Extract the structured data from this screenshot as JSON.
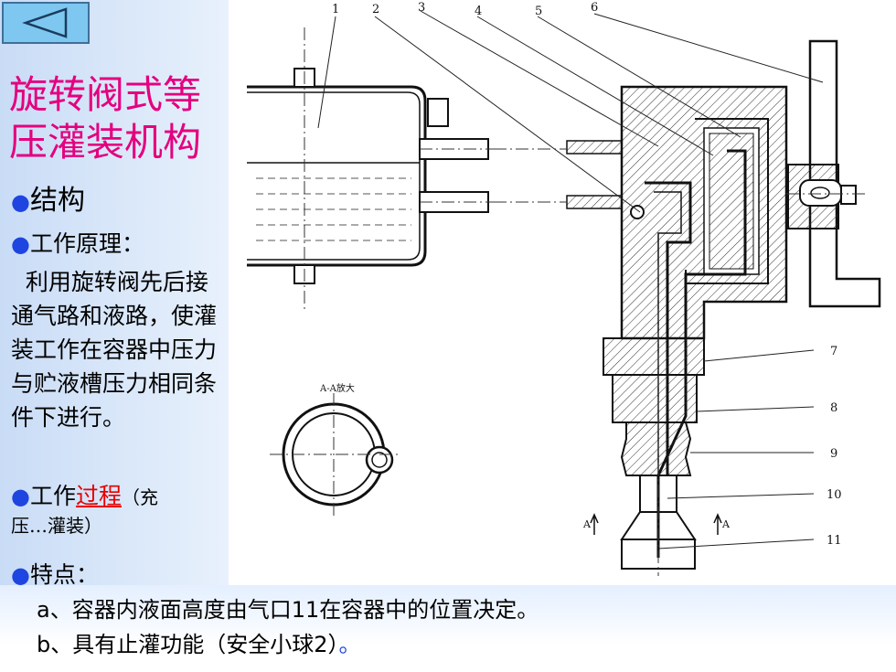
{
  "nav": {
    "back_icon": "triangle-left-icon"
  },
  "title_line1": "旋转阀式等",
  "title_line2": "压灌装机构",
  "bullets": {
    "structure": "结构",
    "principle": "工作原理：",
    "principle_text": "  利用旋转阀先后接通气路和液路，使灌装工作在容器中压力与贮液槽压力相同条件下进行。",
    "process_prefix": "工作",
    "process_link": "过程",
    "process_suffix": "（充",
    "process_line2": "压…灌装）",
    "features": "特点："
  },
  "features": {
    "a": "a、容器内液面高度由气口11在容器中的位置决定。",
    "b_main": "b、具有止灌功能（安全小球2）",
    "b_end": "。"
  },
  "diagram": {
    "top_labels": [
      "1",
      "2",
      "3",
      "4",
      "5",
      "6"
    ],
    "right_labels": [
      "7",
      "8",
      "9",
      "10",
      "11"
    ],
    "section_title": "A-A放大",
    "section_marker": "A"
  },
  "colors": {
    "title": "#e4007f",
    "bullet": "#1f45e0",
    "link": "#e60000",
    "back_button": "#7dc7f0"
  }
}
